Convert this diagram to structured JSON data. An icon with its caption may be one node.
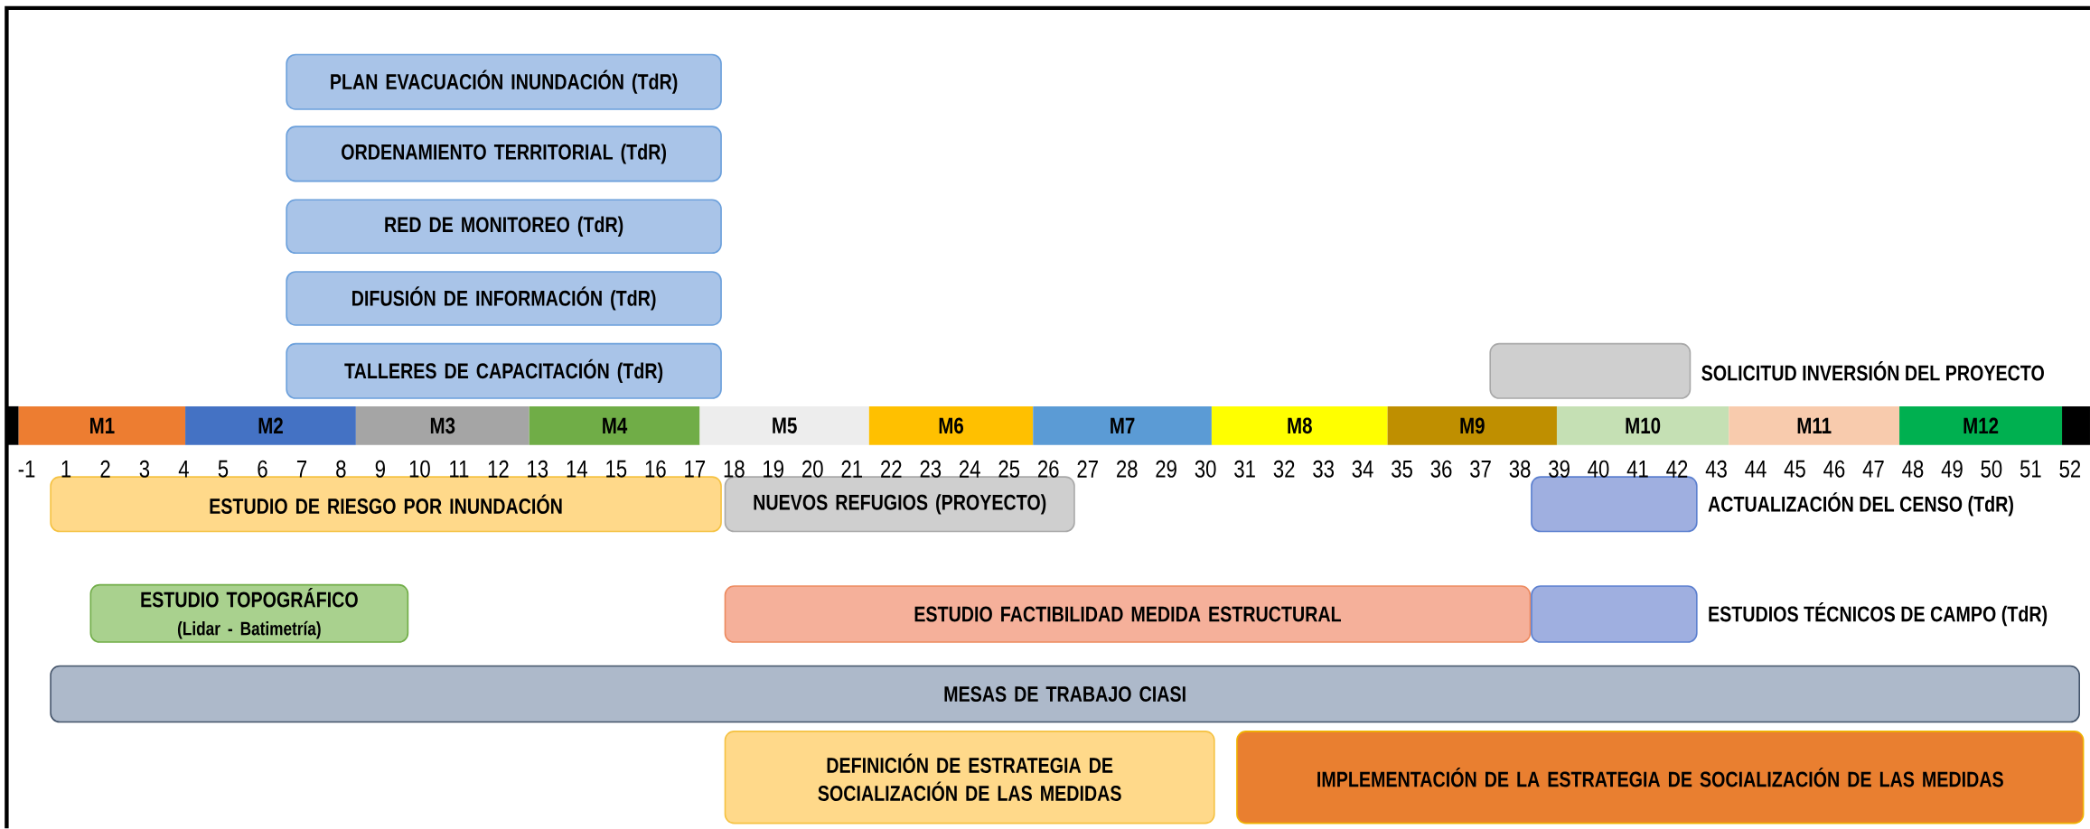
{
  "diagram": {
    "nodes": [
      {
        "text": [
          "PLAN EVACUACIÓN INUNDACIÓN (TdR)"
        ]
      },
      {
        "text": [
          "ORDENAMIENTO TERRITORIAL (TdR)"
        ]
      },
      {
        "text": [
          "RED DE MONITOREO (TdR)"
        ]
      },
      {
        "text": [
          "DIFUSIÓN DE INFORMACIÓN (TdR)"
        ]
      },
      {
        "text": [
          "TALLERES DE CAPACITACIÓN (TdR)"
        ]
      },
      {
        "text": [],
        "shape": "box",
        "beside": [
          "SOLICITUD INVERSIÓN DEL PROYECTO"
        ]
      },
      {
        "text": [
          "M1"
        ]
      },
      {
        "text": [
          "M2"
        ]
      },
      {
        "text": [
          "M3"
        ]
      },
      {
        "text": [
          "M4"
        ]
      },
      {
        "text": [
          "M5"
        ]
      },
      {
        "text": [
          "M6"
        ]
      },
      {
        "text": [
          "M7"
        ]
      },
      {
        "text": [
          "M8"
        ]
      },
      {
        "text": [
          "M9"
        ]
      },
      {
        "text": [
          "M10"
        ]
      },
      {
        "text": [
          "M11"
        ]
      },
      {
        "text": [
          "M12"
        ]
      },
      {
        "text": [
          "ESTUDIO DE RIESGO POR INUNDACIÓN"
        ]
      },
      {
        "text": [
          "NUEVOS REFUGIOS (PROYECTO)"
        ]
      },
      {
        "text": [],
        "shape": "box",
        "beside": [
          "ACTUALIZACIÓN DEL CENSO (TdR)"
        ]
      },
      {
        "text": [
          "ESTUDIO TOPOGRÁFICO",
          "(Lidar - Batimetría)"
        ]
      },
      {
        "text": [
          "ESTUDIO FACTIBILIDAD MEDIDA ESTRUCTURAL"
        ]
      },
      {
        "text": [],
        "shape": "box",
        "beside": [
          "ESTUDIOS TÉCNICOS DE CAMPO (TdR)"
        ]
      },
      {
        "text": [
          "MESAS DE TRABAJO CIASI"
        ]
      },
      {
        "text": [
          "DEFINICIÓN DE ESTRATEGIA DE SOCIALIZACIÓN DE LAS MEDIDAS"
        ]
      },
      {
        "text": [
          "IMPLEMENTACIÓN DE LA ESTRATEGIA DE SOCIALIZACIÓN DE LAS MEDIDAS"
        ]
      }
    ],
    "labels": [
      "-1",
      "1",
      "2",
      "3",
      "4",
      "5",
      "6",
      "7",
      "8",
      "9",
      "10",
      "11",
      "12",
      "13",
      "14",
      "15",
      "16",
      "17",
      "18",
      "19",
      "20",
      "21",
      "22",
      "23",
      "24",
      "25",
      "26",
      "27",
      "28",
      "29",
      "30",
      "31",
      "32",
      "33",
      "34",
      "35",
      "36",
      "37",
      "38",
      "39",
      "40",
      "41",
      "42",
      "43",
      "44",
      "45",
      "46",
      "47",
      "48",
      "49",
      "50",
      "51",
      "52"
    ]
  }
}
